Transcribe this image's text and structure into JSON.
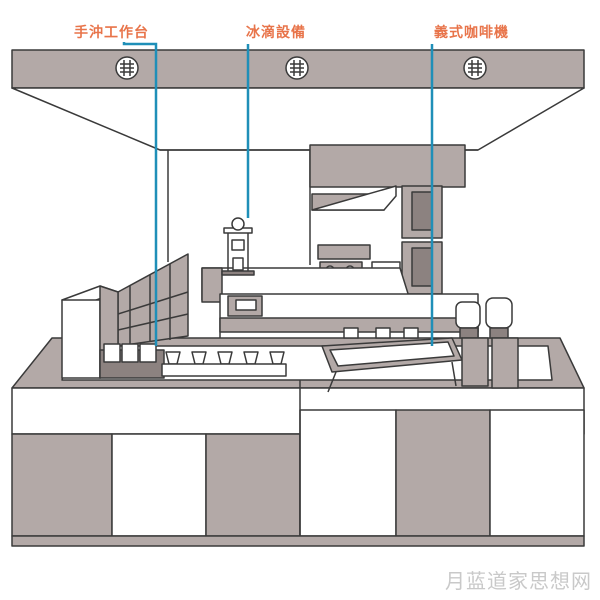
{
  "labels": {
    "pour_over": "手沖工作台",
    "cold_drip": "冰滴設備",
    "espresso": "義式咖啡機"
  },
  "watermark": "月蓝道家思想网",
  "colors": {
    "label_text": "#e8744a",
    "leader_line": "#1f8fb8",
    "fill_gray": "#b3a9a7",
    "fill_dark": "#8c8280",
    "stroke": "#3a3a3a"
  }
}
